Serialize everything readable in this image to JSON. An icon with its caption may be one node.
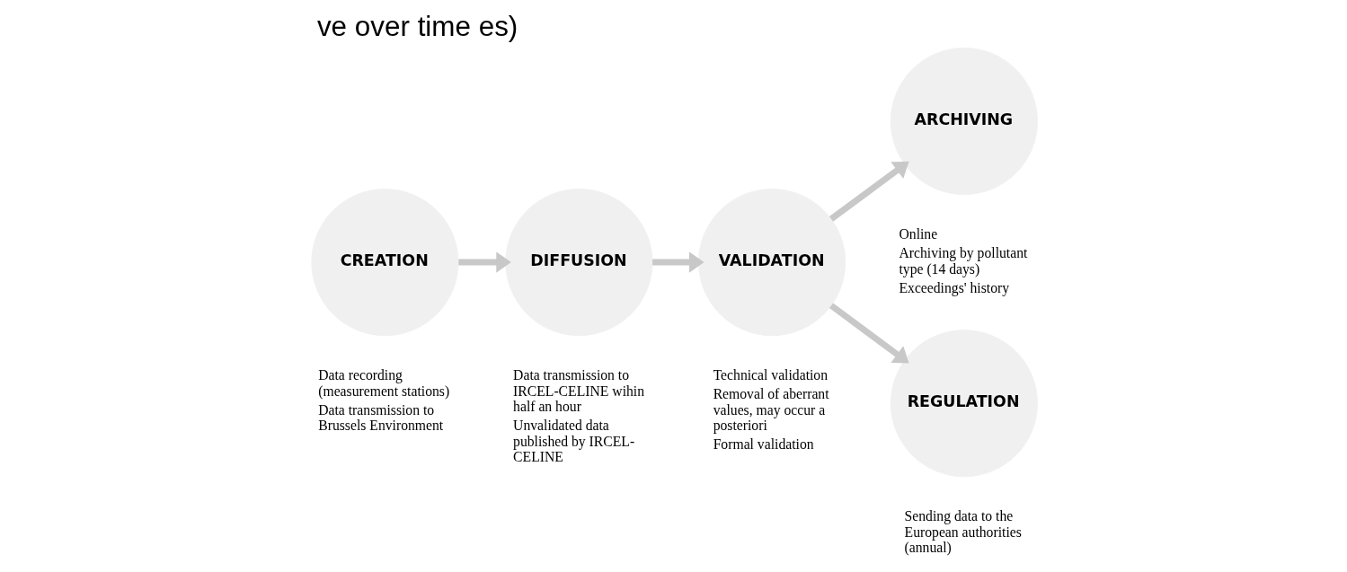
{
  "diagram": {
    "title": "ve over time es)",
    "nodes": [
      {
        "text": [
          "CREATION"
        ],
        "beside": [
          "Data recording (measurement stations)",
          "Data transmission to Brussels Environment"
        ]
      },
      {
        "text": [
          "DIFFUSION"
        ],
        "beside": [
          "Data transmission to IRCEL-CELINE wihin half an hour",
          "Unvalidated data published by IRCEL-CELINE"
        ]
      },
      {
        "text": [
          "VALIDATION"
        ],
        "beside": [
          "Technical validation",
          "Removal of aberrant values, may occur a posteriori",
          "Formal validation"
        ]
      },
      {
        "text": [
          "ARCHIVING"
        ],
        "beside": [
          "Online",
          "Archiving by pollutant type (14 days)",
          "Exceedings' history"
        ]
      },
      {
        "text": [
          "REGULATION"
        ],
        "beside": [
          "Sending data to the European authorities (annual)"
        ]
      }
    ],
    "edges": [
      {
        "from": 0,
        "to": 1,
        "arrow": "to"
      },
      {
        "from": 1,
        "to": 2,
        "arrow": "to"
      },
      {
        "from": 2,
        "to": 3,
        "arrow": "to"
      },
      {
        "from": 2,
        "to": 4,
        "arrow": "to"
      }
    ]
  }
}
